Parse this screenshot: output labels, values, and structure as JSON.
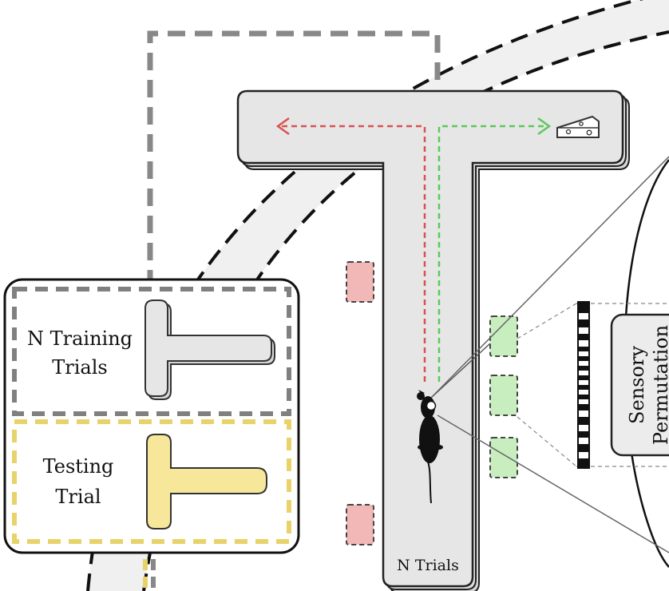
{
  "maze": {
    "trials_label": "N Trials"
  },
  "legend": {
    "training_label_line1": "N Training",
    "training_label_line2": "Trials",
    "testing_label_line1": "Testing",
    "testing_label_line2": "Trial"
  },
  "sensory": {
    "label_line1": "Sensory",
    "label_line2": "Permutation"
  },
  "colors": {
    "maze_fill": "#e6e6e6",
    "left_path": "#d9534f",
    "right_path": "#5cc85c",
    "red_sensor": "#f2b8b8",
    "green_sensor": "#c8eec0",
    "testing_fill": "#f7e79a",
    "testing_border": "#e8d36a",
    "training_border": "#808080"
  },
  "icons": [
    "cheese-icon",
    "mouse-icon"
  ]
}
